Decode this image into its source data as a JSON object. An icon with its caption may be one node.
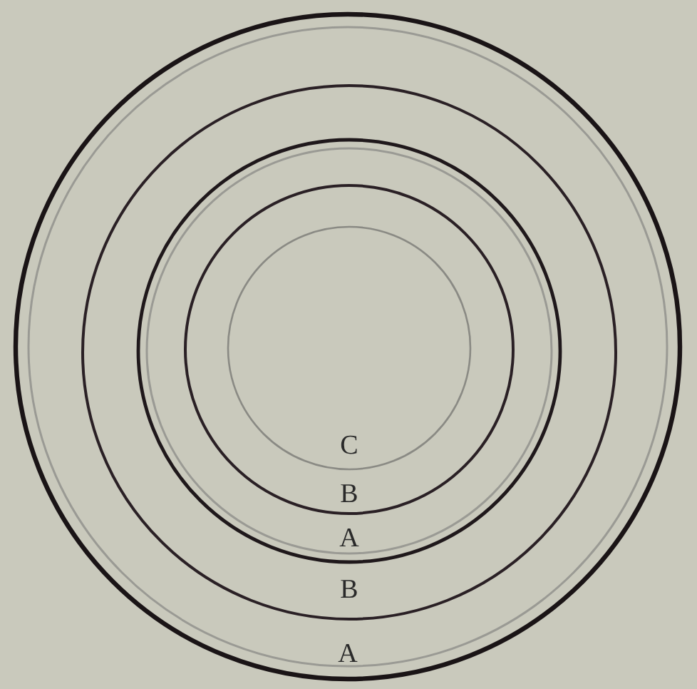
{
  "diagram": {
    "nodes": [
      {
        "text": [
          "A"
        ]
      },
      {
        "text": [
          "B"
        ],
        "in": 0
      },
      {
        "text": [
          "A"
        ],
        "in": 1
      },
      {
        "text": [
          "B"
        ],
        "in": 2
      },
      {
        "text": [
          "C"
        ],
        "in": 3
      }
    ]
  }
}
